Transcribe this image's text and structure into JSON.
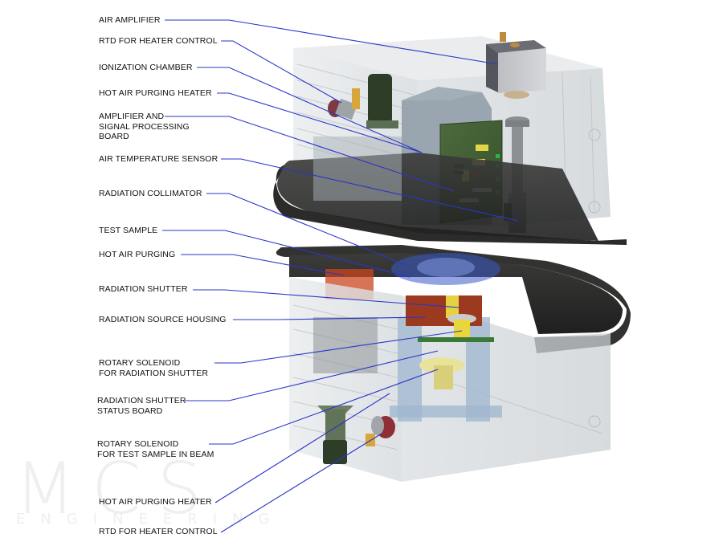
{
  "diagram": {
    "title": "Radiation instrument cutaway — component callouts",
    "leader_color": "#2a36c8",
    "labels": [
      {
        "id": "air-amplifier",
        "lines": [
          "AIR AMPLIFIER"
        ]
      },
      {
        "id": "rtd-heater-control-top",
        "lines": [
          "RTD FOR HEATER CONTROL"
        ]
      },
      {
        "id": "ionization-chamber",
        "lines": [
          "IONIZATION CHAMBER"
        ]
      },
      {
        "id": "hot-air-purging-heater-top",
        "lines": [
          "HOT AIR PURGING HEATER"
        ]
      },
      {
        "id": "amplifier-signal-board",
        "lines": [
          "AMPLIFIER AND",
          "SIGNAL PROCESSING",
          "BOARD"
        ]
      },
      {
        "id": "air-temperature-sensor",
        "lines": [
          "AIR TEMPERATURE SENSOR"
        ]
      },
      {
        "id": "radiation-collimator",
        "lines": [
          "RADIATION COLLIMATOR"
        ]
      },
      {
        "id": "test-sample",
        "lines": [
          "TEST SAMPLE"
        ]
      },
      {
        "id": "hot-air-purging",
        "lines": [
          "HOT AIR PURGING"
        ]
      },
      {
        "id": "radiation-shutter",
        "lines": [
          "RADIATION SHUTTER"
        ]
      },
      {
        "id": "radiation-source-housing",
        "lines": [
          "RADIATION SOURCE HOUSING"
        ]
      },
      {
        "id": "rotary-solenoid-shutter",
        "lines": [
          "ROTARY SOLENOID",
          "FOR RADIATION SHUTTER"
        ]
      },
      {
        "id": "shutter-status-board",
        "lines": [
          "RADIATION SHUTTER",
          "STATUS BOARD"
        ]
      },
      {
        "id": "rotary-solenoid-sample",
        "lines": [
          "ROTARY SOLENOID",
          "FOR TEST SAMPLE IN BEAM"
        ]
      },
      {
        "id": "hot-air-purging-heater-bottom",
        "lines": [
          "HOT AIR PURGING HEATER"
        ]
      },
      {
        "id": "rtd-heater-control-bottom",
        "lines": [
          "RTD FOR HEATER CONTROL"
        ]
      }
    ],
    "watermark": {
      "main": "MCS",
      "sub": "ENGINEERING"
    }
  }
}
